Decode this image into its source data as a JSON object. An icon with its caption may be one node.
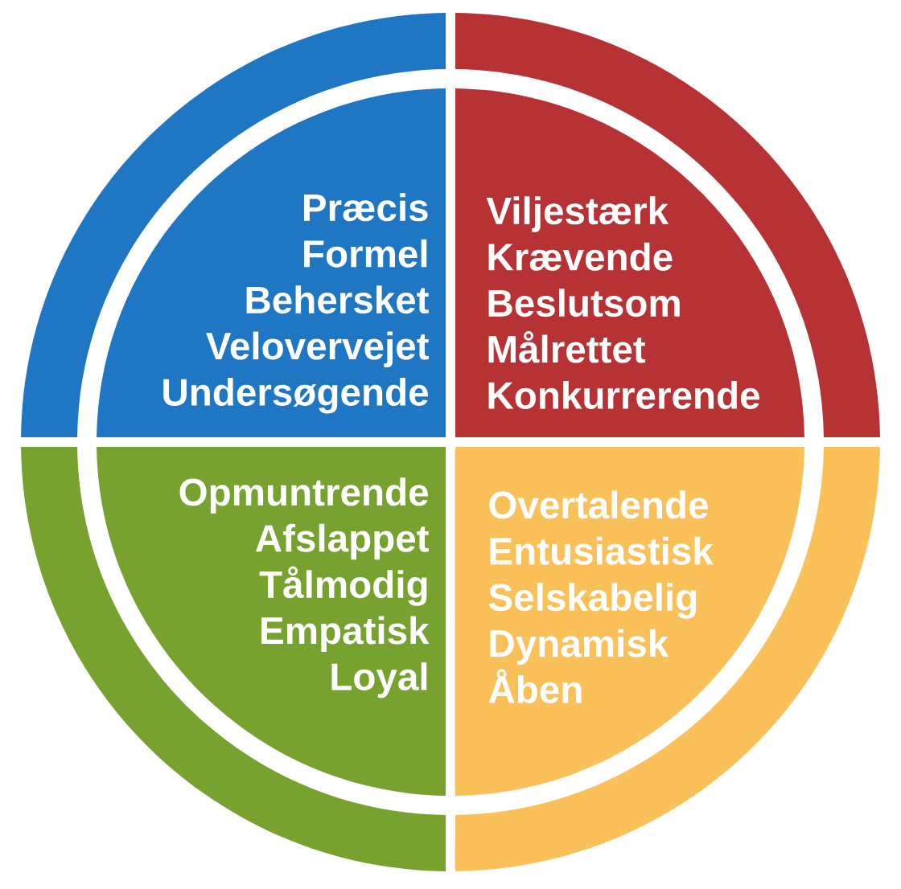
{
  "diagram": {
    "nodes": [
      {
        "text": [
          "Præcis",
          "Formel",
          "Behersket",
          "Velovervejet",
          "Undersøgende"
        ]
      },
      {
        "text": [
          "Viljestærk",
          "Krævende",
          "Beslutsom",
          "Målrettet",
          "Konkurrerende"
        ]
      },
      {
        "text": [
          "Opmuntrende",
          "Afslappet",
          "Tålmodig",
          "Empatisk",
          "Loyal"
        ]
      },
      {
        "text": [
          "Overtalende",
          "Entusiastisk",
          "Selskabelig",
          "Dynamisk",
          "Åben"
        ]
      }
    ]
  }
}
